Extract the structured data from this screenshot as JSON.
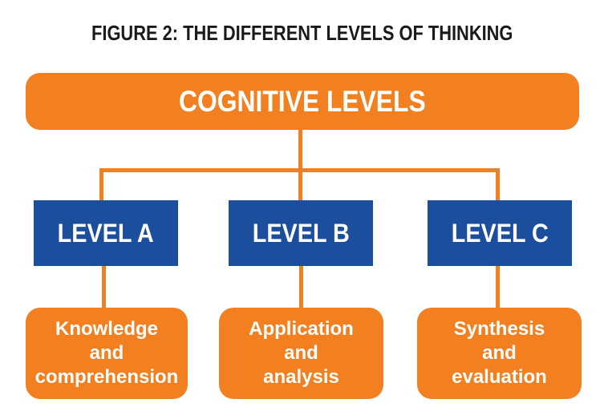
{
  "figure": {
    "title": "FIGURE 2: THE DIFFERENT LEVELS OF THINKING"
  },
  "colors": {
    "orange": "#F28021",
    "blue": "#1B4F9E",
    "title_text": "#1A1A1A",
    "box_text": "#FFFFFF",
    "background": "#FFFFFF"
  },
  "root_node": {
    "label": "COGNITIVE LEVELS"
  },
  "levels": [
    {
      "label": "LEVEL A",
      "description": "Knowledge and comprehension",
      "description_lines": [
        "Knowledge",
        "and",
        "comprehension"
      ]
    },
    {
      "label": "LEVEL B",
      "description": "Application and analysis",
      "description_lines": [
        "Application",
        "and",
        "analysis"
      ]
    },
    {
      "label": "LEVEL C",
      "description": "Synthesis and evaluation",
      "description_lines": [
        "Synthesis",
        "and",
        "evaluation"
      ]
    }
  ]
}
